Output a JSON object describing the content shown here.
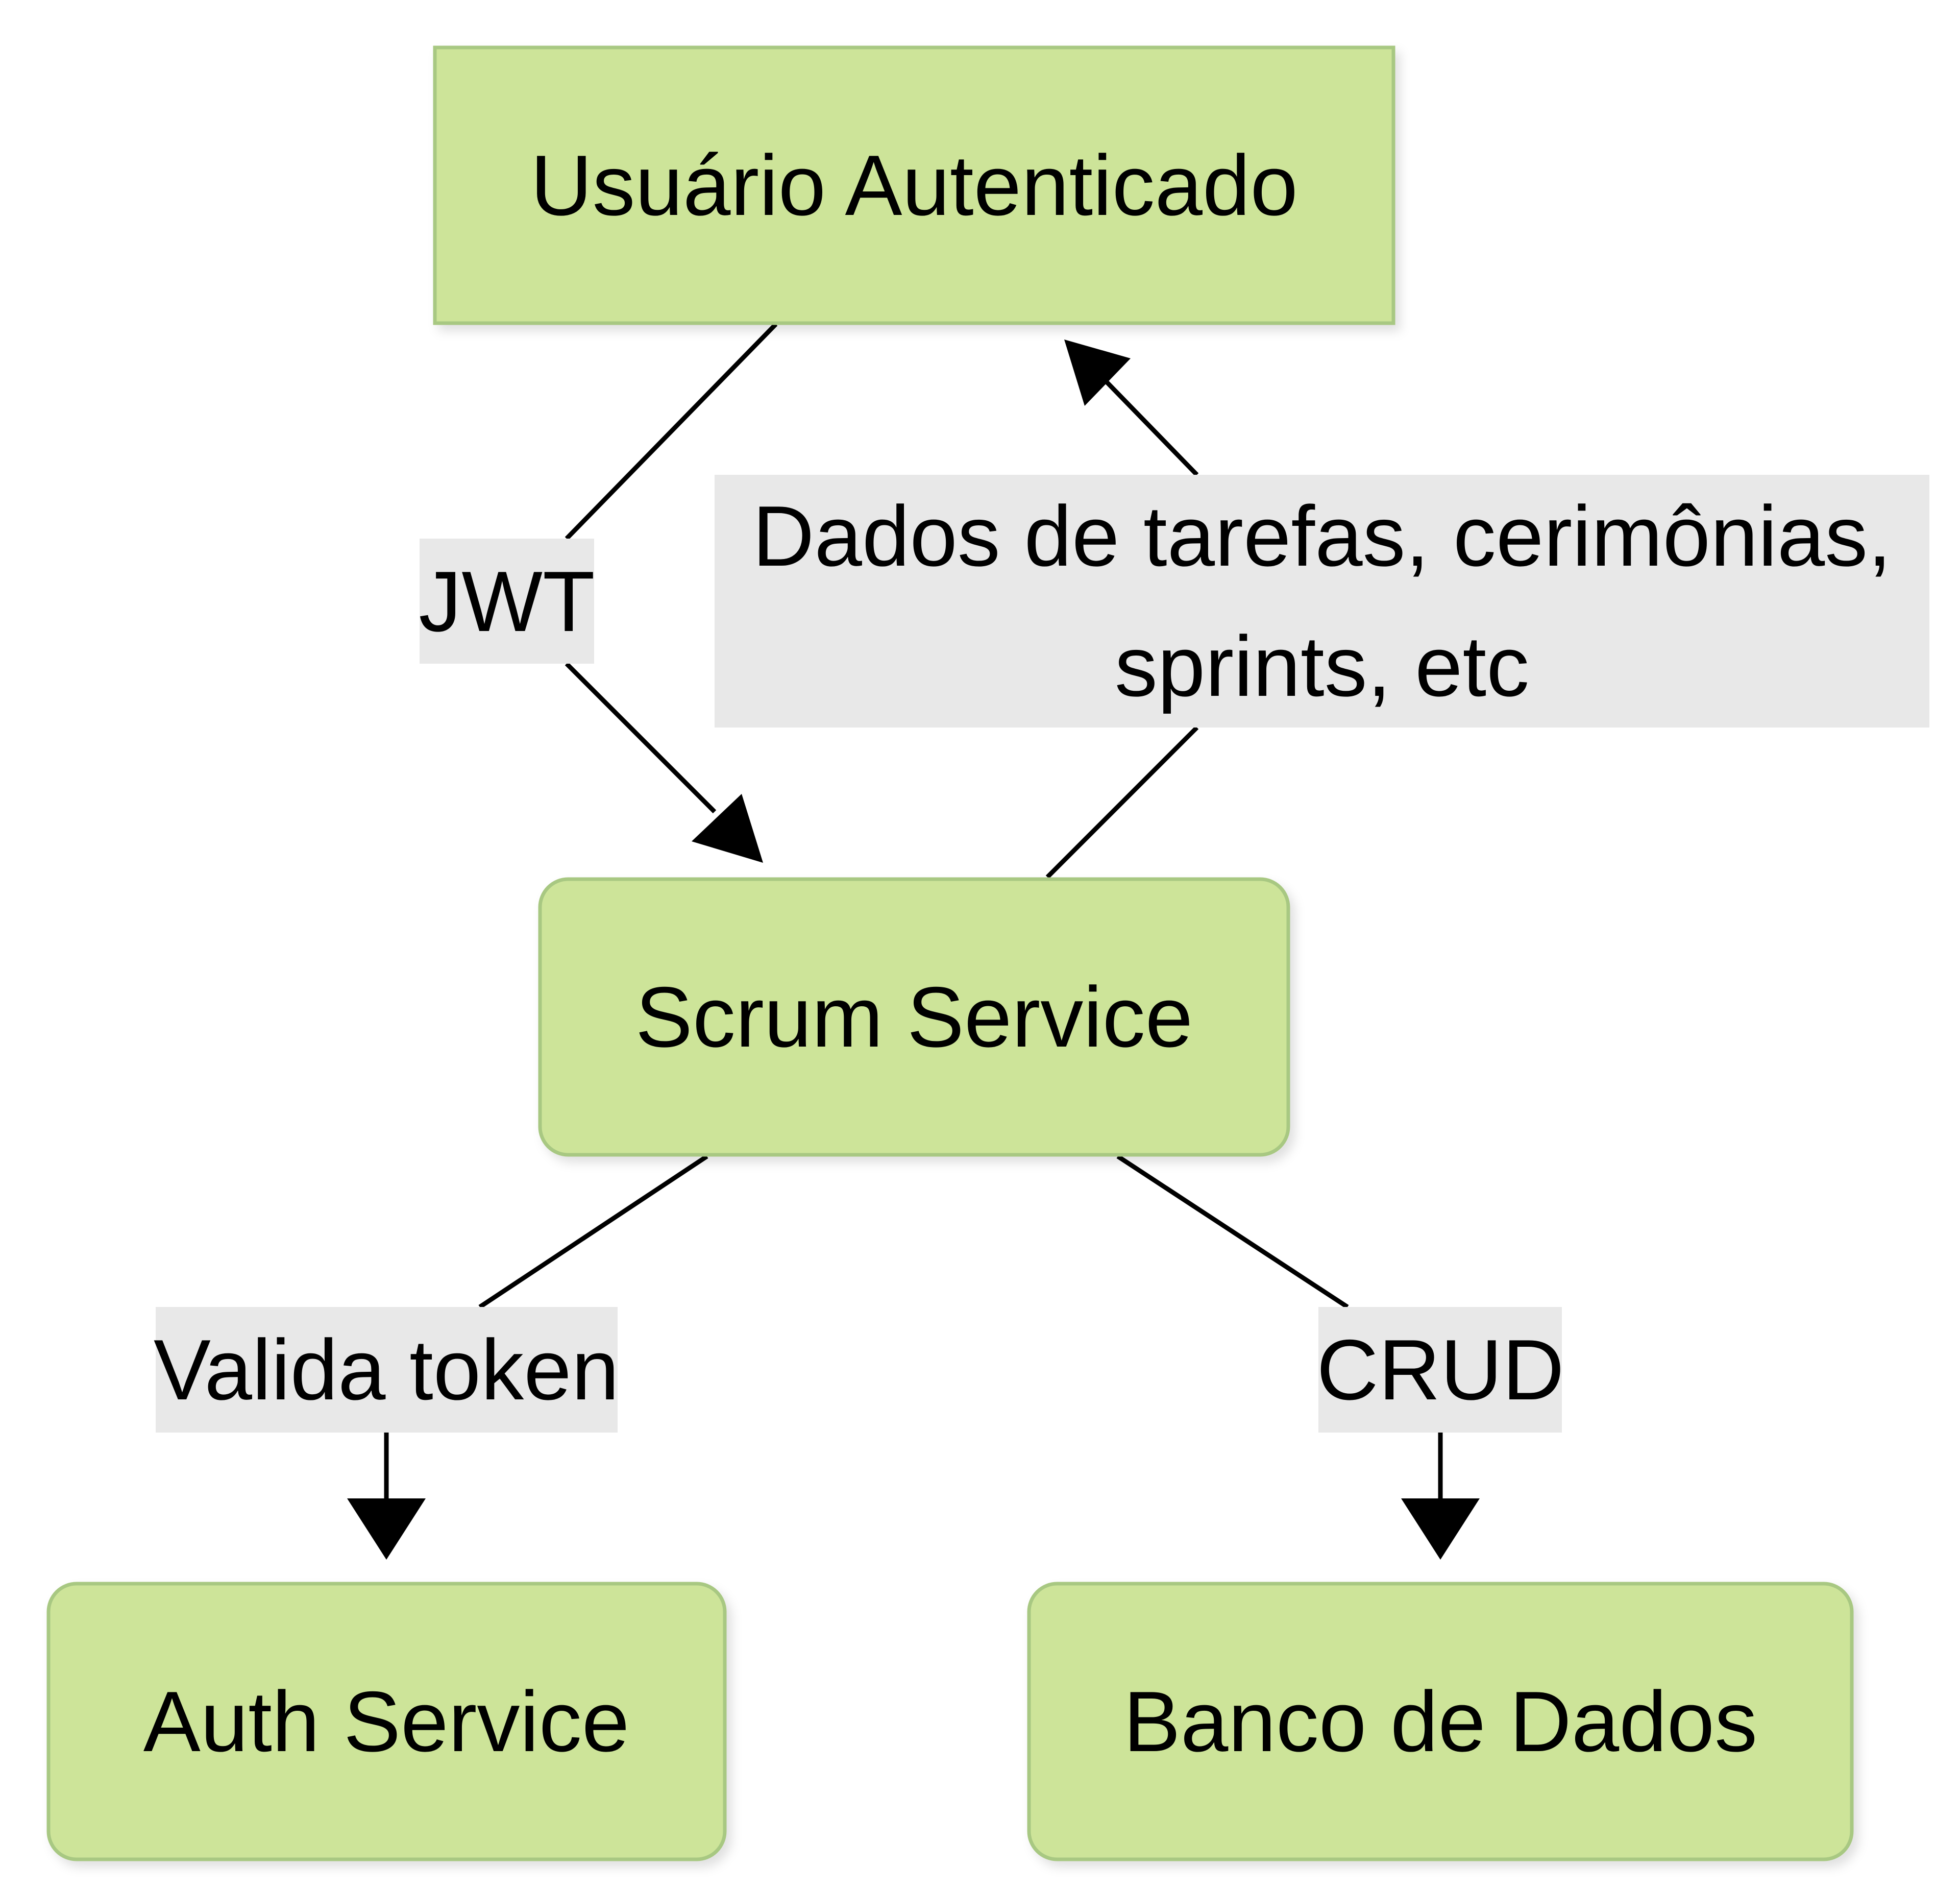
{
  "colors": {
    "node_fill": "#cde499",
    "node_stroke": "#a8c882",
    "label_background": "#e8e8e8",
    "edge": "#000000",
    "text": "#000000"
  },
  "nodes": {
    "usuario": {
      "label": "Usuário Autenticado",
      "shape": "rectangle"
    },
    "scrum": {
      "label": "Scrum Service",
      "shape": "rounded-rectangle"
    },
    "auth": {
      "label": "Auth Service",
      "shape": "rounded-rectangle"
    },
    "banco": {
      "label": "Banco de Dados",
      "shape": "rounded-rectangle"
    }
  },
  "edges": [
    {
      "from": "usuario",
      "to": "scrum",
      "label_lines": [
        "JWT"
      ]
    },
    {
      "from": "scrum",
      "to": "usuario",
      "label_lines": [
        "Dados de tarefas, cerimônias,",
        "sprints, etc"
      ]
    },
    {
      "from": "scrum",
      "to": "auth",
      "label_lines": [
        "Valida token"
      ]
    },
    {
      "from": "scrum",
      "to": "banco",
      "label_lines": [
        "CRUD"
      ]
    }
  ]
}
